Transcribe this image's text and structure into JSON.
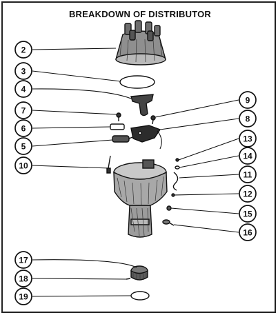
{
  "figure": {
    "title": "BREAKDOWN OF DISTRIBUTOR",
    "callouts": [
      "2",
      "3",
      "4",
      "7",
      "6",
      "5",
      "10",
      "9",
      "8",
      "13",
      "14",
      "11",
      "12",
      "15",
      "16",
      "17",
      "18",
      "19"
    ]
  },
  "colors": {
    "ink": "#111111",
    "paper": "#ffffff",
    "shade": "#9a9a9a"
  }
}
